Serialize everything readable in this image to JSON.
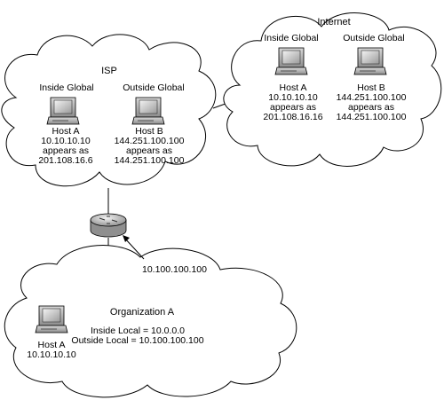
{
  "isp": {
    "title": "ISP",
    "inside_header": "Inside Global",
    "outside_header": "Outside Global",
    "host_a": {
      "name": "Host A",
      "addr": "10.10.10.10",
      "appears": "appears as",
      "mapped": "201.108.16.6"
    },
    "host_b": {
      "name": "Host B",
      "addr": "144.251.100.100",
      "appears": "appears as",
      "mapped": "144.251.100.100"
    }
  },
  "internet": {
    "title": "Internet",
    "inside_header": "Inside Global",
    "outside_header": "Outside Global",
    "host_a": {
      "name": "Host A",
      "addr": "10.10.10.10",
      "appears": "appears as",
      "mapped": "201.108.16.16"
    },
    "host_b": {
      "name": "Host B",
      "addr": "144.251.100.100",
      "appears": "appears as",
      "mapped": "144.251.100.100"
    }
  },
  "router": {
    "address": "10.100.100.100"
  },
  "organization": {
    "title": "Organization A",
    "inside_local": "Inside Local = 10.0.0.0",
    "outside_local": "Outside Local = 10.100.100.100",
    "host_a": {
      "name": "Host A",
      "addr": "10.10.10.10"
    }
  },
  "colors": {
    "cloud_fill": "#ffffff",
    "stroke": "#000000",
    "device_gray": "#c8c8c8"
  }
}
